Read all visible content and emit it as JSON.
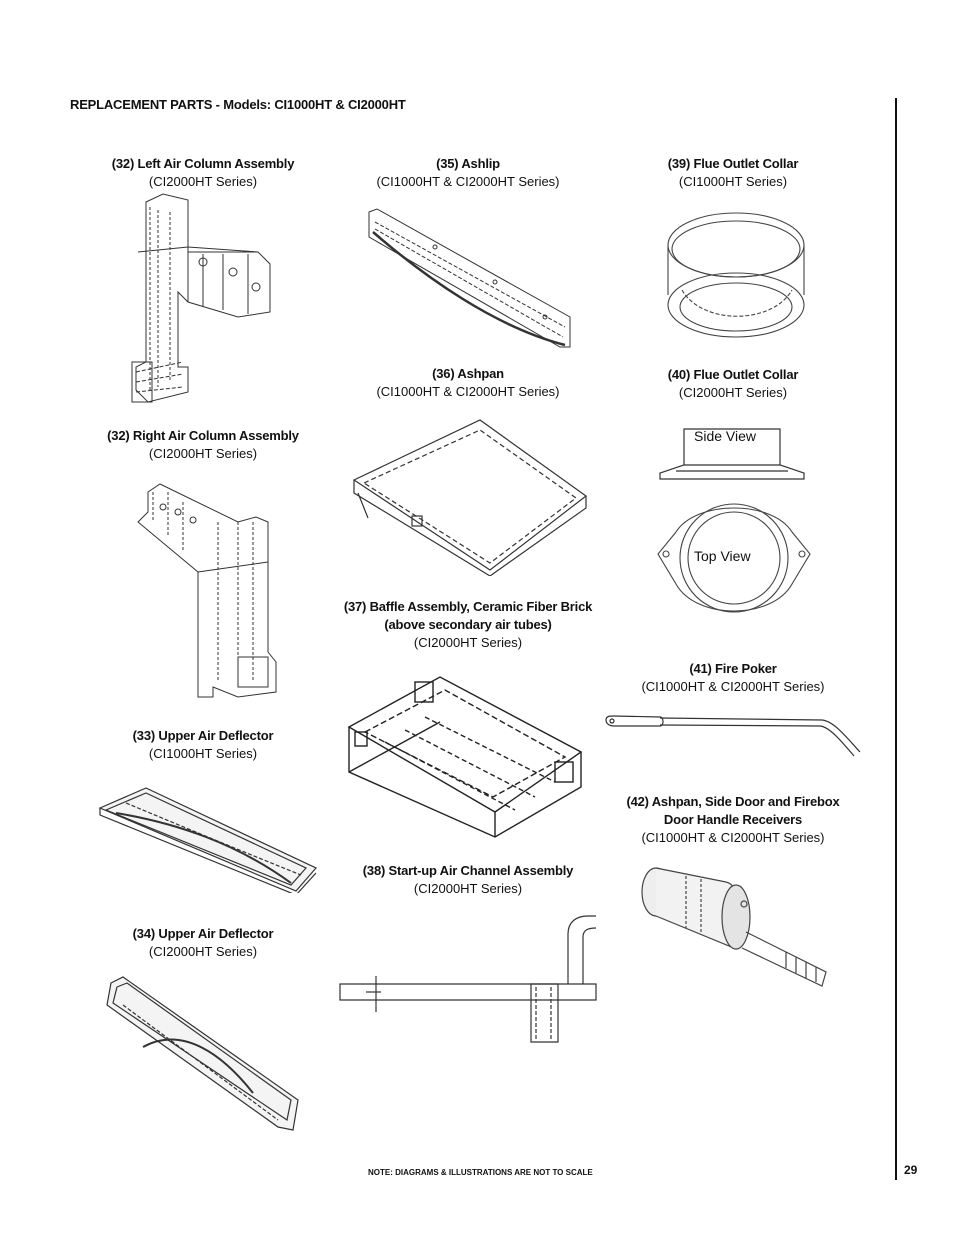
{
  "header": {
    "title": "REPLACEMENT PARTS  - Models: CI1000HT & CI2000HT"
  },
  "parts": {
    "p32l": {
      "title": "(32) Left Air Column Assembly",
      "sub": "(CI2000HT Series)"
    },
    "p32r": {
      "title": "(32) Right Air Column Assembly",
      "sub": "(CI2000HT Series)"
    },
    "p33": {
      "title": "(33) Upper Air Deflector",
      "sub": "(CI1000HT Series)"
    },
    "p34": {
      "title": "(34) Upper Air Deflector",
      "sub": "(CI2000HT Series)"
    },
    "p35": {
      "title": "(35) Ashlip",
      "sub": "(CI1000HT & CI2000HT Series)"
    },
    "p36": {
      "title": "(36) Ashpan",
      "sub": "(CI1000HT & CI2000HT Series)"
    },
    "p37": {
      "title": "(37) Baffle Assembly, Ceramic Fiber Brick",
      "title2": "(above secondary air tubes)",
      "sub": "(CI2000HT Series)"
    },
    "p38": {
      "title": "(38) Start-up Air Channel Assembly",
      "sub": "(CI2000HT Series)"
    },
    "p39": {
      "title": "(39) Flue Outlet Collar",
      "sub": "(CI1000HT Series)"
    },
    "p40": {
      "title": "(40) Flue Outlet Collar",
      "sub": "(CI2000HT Series)",
      "side_view": "Side View",
      "top_view": "Top View"
    },
    "p41": {
      "title": "(41) Fire Poker",
      "sub": "(CI1000HT & CI2000HT Series)"
    },
    "p42": {
      "title": "(42) Ashpan, Side Door and Firebox",
      "title2": "Door Handle Receivers",
      "sub": "(CI1000HT & CI2000HT Series)"
    }
  },
  "footer": {
    "note": "NOTE: DIAGRAMS & ILLUSTRATIONS ARE NOT TO SCALE",
    "page": "29"
  }
}
